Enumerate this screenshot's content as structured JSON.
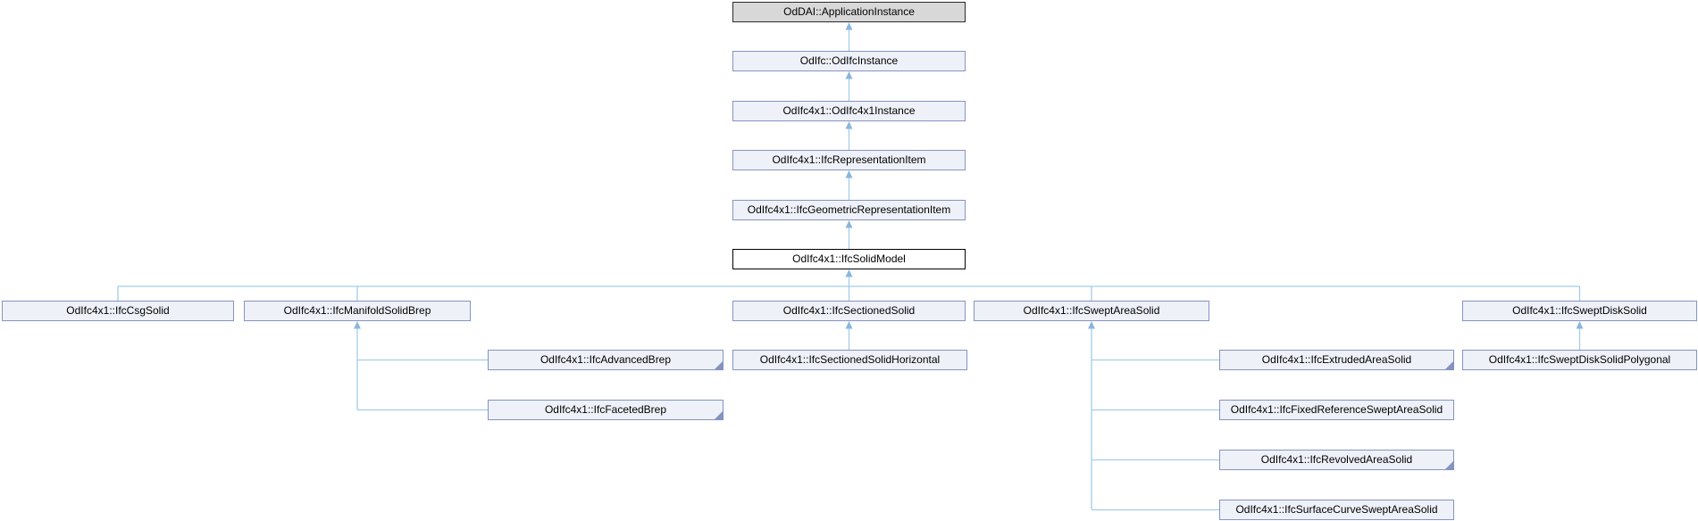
{
  "diagram_kind": "class-inheritance-graph",
  "colors": {
    "node_fill": "#eef1f8",
    "node_border": "#8593c0",
    "external_node_fill": "#d8d8d8",
    "external_node_border": "#2b2b2b",
    "current_node_fill": "#ffffff",
    "current_node_border": "#000000",
    "edge_line": "#a5cde8",
    "edge_arrow": "#8ab6dc",
    "text": "#000000"
  },
  "nodes": {
    "application_instance": {
      "label": "OdDAI::ApplicationInstance",
      "style": "external",
      "has_hidden_children": false
    },
    "odifc_instance": {
      "label": "OdIfc::OdIfcInstance",
      "style": "default",
      "has_hidden_children": false
    },
    "odifc4x1_instance": {
      "label": "OdIfc4x1::OdIfc4x1Instance",
      "style": "default",
      "has_hidden_children": false
    },
    "ifc_representation_item": {
      "label": "OdIfc4x1::IfcRepresentationItem",
      "style": "default",
      "has_hidden_children": false
    },
    "ifc_geometric_representation_item": {
      "label": "OdIfc4x1::IfcGeometricRepresentationItem",
      "style": "default",
      "has_hidden_children": false
    },
    "ifc_solid_model": {
      "label": "OdIfc4x1::IfcSolidModel",
      "style": "current",
      "has_hidden_children": false
    },
    "csg_solid": {
      "label": "OdIfc4x1::IfcCsgSolid",
      "style": "default",
      "has_hidden_children": false
    },
    "manifold_solid_brep": {
      "label": "OdIfc4x1::IfcManifoldSolidBrep",
      "style": "default",
      "has_hidden_children": false
    },
    "sectioned_solid": {
      "label": "OdIfc4x1::IfcSectionedSolid",
      "style": "default",
      "has_hidden_children": false
    },
    "swept_area_solid": {
      "label": "OdIfc4x1::IfcSweptAreaSolid",
      "style": "default",
      "has_hidden_children": false
    },
    "swept_disk_solid": {
      "label": "OdIfc4x1::IfcSweptDiskSolid",
      "style": "default",
      "has_hidden_children": false
    },
    "advanced_brep": {
      "label": "OdIfc4x1::IfcAdvancedBrep",
      "style": "default",
      "has_hidden_children": true
    },
    "faceted_brep": {
      "label": "OdIfc4x1::IfcFacetedBrep",
      "style": "default",
      "has_hidden_children": true
    },
    "sectioned_solid_horizontal": {
      "label": "OdIfc4x1::IfcSectionedSolidHorizontal",
      "style": "default",
      "has_hidden_children": false
    },
    "extruded_area_solid": {
      "label": "OdIfc4x1::IfcExtrudedAreaSolid",
      "style": "default",
      "has_hidden_children": true
    },
    "fixed_reference_swept_area_solid": {
      "label": "OdIfc4x1::IfcFixedReferenceSweptAreaSolid",
      "style": "default",
      "has_hidden_children": false
    },
    "revolved_area_solid": {
      "label": "OdIfc4x1::IfcRevolvedAreaSolid",
      "style": "default",
      "has_hidden_children": true
    },
    "surface_curve_swept_area_solid": {
      "label": "OdIfc4x1::IfcSurfaceCurveSweptAreaSolid",
      "style": "default",
      "has_hidden_children": false
    },
    "swept_disk_solid_polygonal": {
      "label": "OdIfc4x1::IfcSweptDiskSolidPolygonal",
      "style": "default",
      "has_hidden_children": false
    }
  },
  "edges": [
    {
      "from": "odifc_instance",
      "to": "application_instance"
    },
    {
      "from": "odifc4x1_instance",
      "to": "odifc_instance"
    },
    {
      "from": "ifc_representation_item",
      "to": "odifc4x1_instance"
    },
    {
      "from": "ifc_geometric_representation_item",
      "to": "ifc_representation_item"
    },
    {
      "from": "ifc_solid_model",
      "to": "ifc_geometric_representation_item"
    },
    {
      "from": "csg_solid",
      "to": "ifc_solid_model"
    },
    {
      "from": "manifold_solid_brep",
      "to": "ifc_solid_model"
    },
    {
      "from": "sectioned_solid",
      "to": "ifc_solid_model"
    },
    {
      "from": "swept_area_solid",
      "to": "ifc_solid_model"
    },
    {
      "from": "swept_disk_solid",
      "to": "ifc_solid_model"
    },
    {
      "from": "advanced_brep",
      "to": "manifold_solid_brep"
    },
    {
      "from": "faceted_brep",
      "to": "manifold_solid_brep"
    },
    {
      "from": "sectioned_solid_horizontal",
      "to": "sectioned_solid"
    },
    {
      "from": "extruded_area_solid",
      "to": "swept_area_solid"
    },
    {
      "from": "fixed_reference_swept_area_solid",
      "to": "swept_area_solid"
    },
    {
      "from": "revolved_area_solid",
      "to": "swept_area_solid"
    },
    {
      "from": "surface_curve_swept_area_solid",
      "to": "swept_area_solid"
    },
    {
      "from": "swept_disk_solid_polygonal",
      "to": "swept_disk_solid"
    }
  ]
}
